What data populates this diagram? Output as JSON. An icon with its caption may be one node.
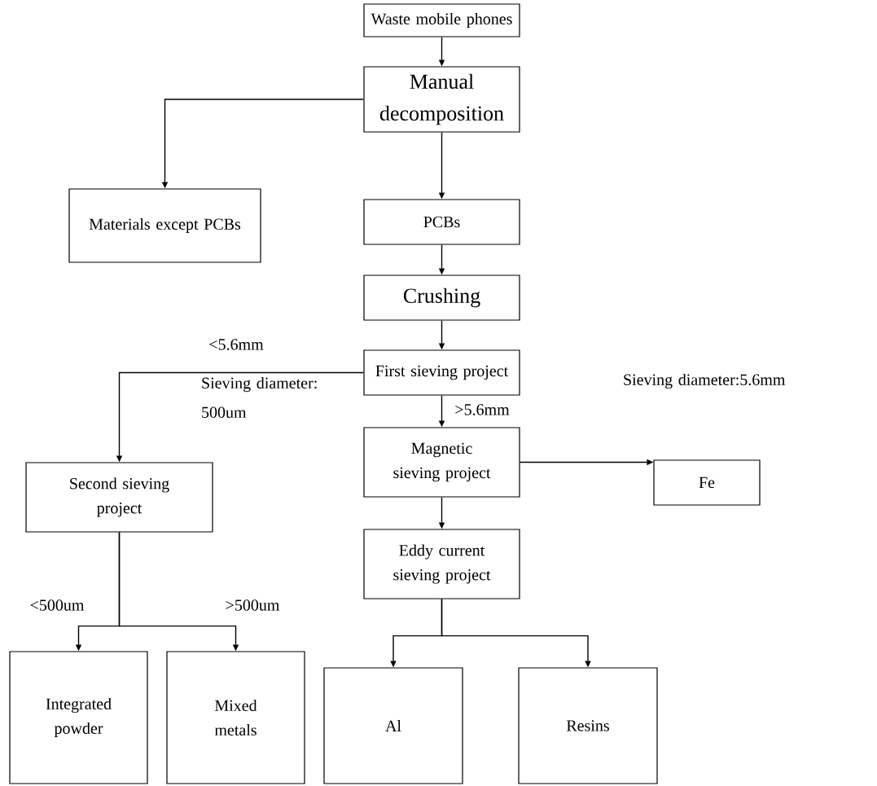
{
  "diagram": {
    "nodes": [
      {
        "text": [
          "Waste mobile phones"
        ]
      },
      {
        "text": [
          "Manual decomposition"
        ]
      },
      {
        "text": [
          "Materials except PCBs"
        ]
      },
      {
        "text": [
          "PCBs"
        ]
      },
      {
        "text": [
          "Crushing"
        ]
      },
      {
        "text": [
          "First sieving project"
        ]
      },
      {
        "text": [
          "Magnetic sieving project"
        ]
      },
      {
        "text": [
          "Fe"
        ]
      },
      {
        "text": [
          "Second sieving project"
        ]
      },
      {
        "text": [
          "Eddy current sieving project"
        ]
      },
      {
        "text": [
          "Integrated powder"
        ]
      },
      {
        "text": [
          "Mixed metals"
        ]
      },
      {
        "text": [
          "Al"
        ]
      },
      {
        "text": [
          "Resins"
        ]
      }
    ],
    "edges": [
      {
        "from": 0,
        "to": 1,
        "arrow": "to"
      },
      {
        "from": 1,
        "to": 2,
        "arrow": "to"
      },
      {
        "from": 1,
        "to": 3,
        "arrow": "to"
      },
      {
        "from": 3,
        "to": 4,
        "arrow": "to"
      },
      {
        "from": 4,
        "to": 5,
        "arrow": "to"
      },
      {
        "from": 5,
        "to": 8,
        "arrow": "to",
        "label": "<5.6mm"
      },
      {
        "from": 5,
        "to": 6,
        "arrow": "to",
        "label": ">5.6mm"
      },
      {
        "from": 6,
        "to": 7,
        "arrow": "to"
      },
      {
        "from": 6,
        "to": 9,
        "arrow": "to"
      },
      {
        "from": 8,
        "to": 10,
        "arrow": "to",
        "label": "<500um"
      },
      {
        "from": 8,
        "to": 11,
        "arrow": "to",
        "label": ">500um"
      },
      {
        "from": 9,
        "to": 12,
        "arrow": "to"
      },
      {
        "from": 9,
        "to": 13,
        "arrow": "to"
      }
    ],
    "labels": [
      "Sieving diameter:5.6mm",
      "Sieving diameter: 500um"
    ]
  }
}
